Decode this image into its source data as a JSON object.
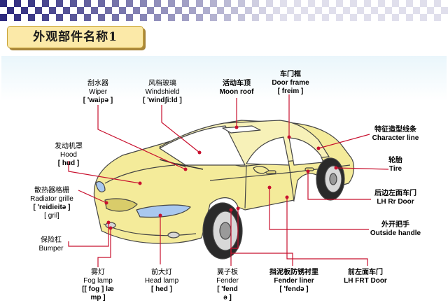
{
  "title": "外观部件名称1",
  "labels": {
    "wiper": {
      "zh": "刮水器",
      "en": "Wiper",
      "phon": "[ 'waipə ]"
    },
    "windshield": {
      "zh": "风档玻璃",
      "en": "Windshield",
      "phon": "[ 'windʃi:ld ]"
    },
    "moonroof": {
      "zh": "活动车顶",
      "en": "Moon roof"
    },
    "doorframe": {
      "zh": "车门框",
      "en": "Door frame",
      "phon": "[ freim ]"
    },
    "hood": {
      "zh": "发动机罩",
      "en": "Hood",
      "phon": "[ hud ]"
    },
    "charline": {
      "zh": "特征造型线条",
      "en": "Character line"
    },
    "tire": {
      "zh": "轮胎",
      "en": "Tire"
    },
    "radiator": {
      "zh": "散热器格栅",
      "en": "Radiator grille",
      "phon": "[ 'reidieitə ]",
      "phon2": "[ gril]"
    },
    "lhrrdoor": {
      "zh": "后边左面车门",
      "en": "LH Rr Door"
    },
    "outside": {
      "zh": "外开把手",
      "en": "Outside handle"
    },
    "bumper": {
      "zh": "保险杠",
      "en": "Bumper"
    },
    "foglamp": {
      "zh": "雾灯",
      "en": "Fog lamp",
      "phon": "[[ fog ] læ",
      "phon2": "mp ]"
    },
    "headlamp": {
      "zh": "前大灯",
      "en": "Head lamp",
      "phon": "[ hed ]"
    },
    "fender": {
      "zh": "翼子板",
      "en": "Fender",
      "phon": "[ 'fend",
      "phon2": "ə ]"
    },
    "fenderliner": {
      "zh": "挡泥板防锈衬里",
      "en": "Fender liner",
      "phon": "[ 'fendə ]"
    },
    "lhfrtdoor": {
      "zh": "前左面车门",
      "en": "LH FRT Door"
    }
  },
  "colors": {
    "car_body": "#f4eb9a",
    "leader": "#c8102e",
    "checker": "#2e2a7e"
  }
}
